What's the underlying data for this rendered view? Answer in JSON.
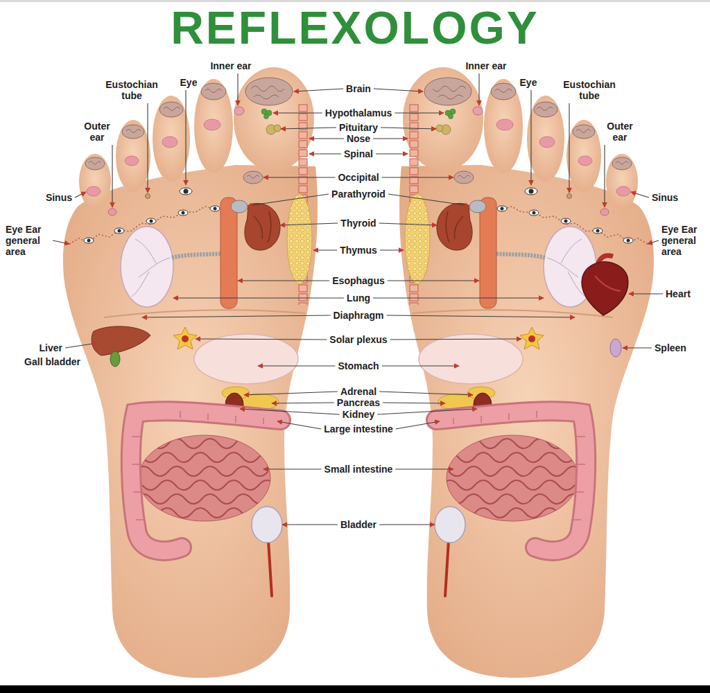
{
  "diagram": {
    "title": "REFLEXOLOGY",
    "labels": [
      "Inner ear",
      "Inner ear",
      "Eye",
      "Eye",
      "Eustochian tube",
      "Eustochian tube",
      "Brain",
      "Hypothalamus",
      "Outer ear",
      "Outer ear",
      "Pituitary",
      "Nose",
      "Spinal",
      "Occipital",
      "Parathyroid",
      "Sinus",
      "Sinus",
      "Thyroid",
      "Eye Ear general area",
      "Eye Ear general area",
      "Thymus",
      "Esophagus",
      "Heart",
      "Lung",
      "Diaphragm",
      "Solar plexus",
      "Liver",
      "Spleen",
      "Gall bladder",
      "Stomach",
      "Adrenal",
      "Pancreas",
      "Kidney",
      "Large intestine",
      "Small intestine",
      "Bladder"
    ]
  }
}
